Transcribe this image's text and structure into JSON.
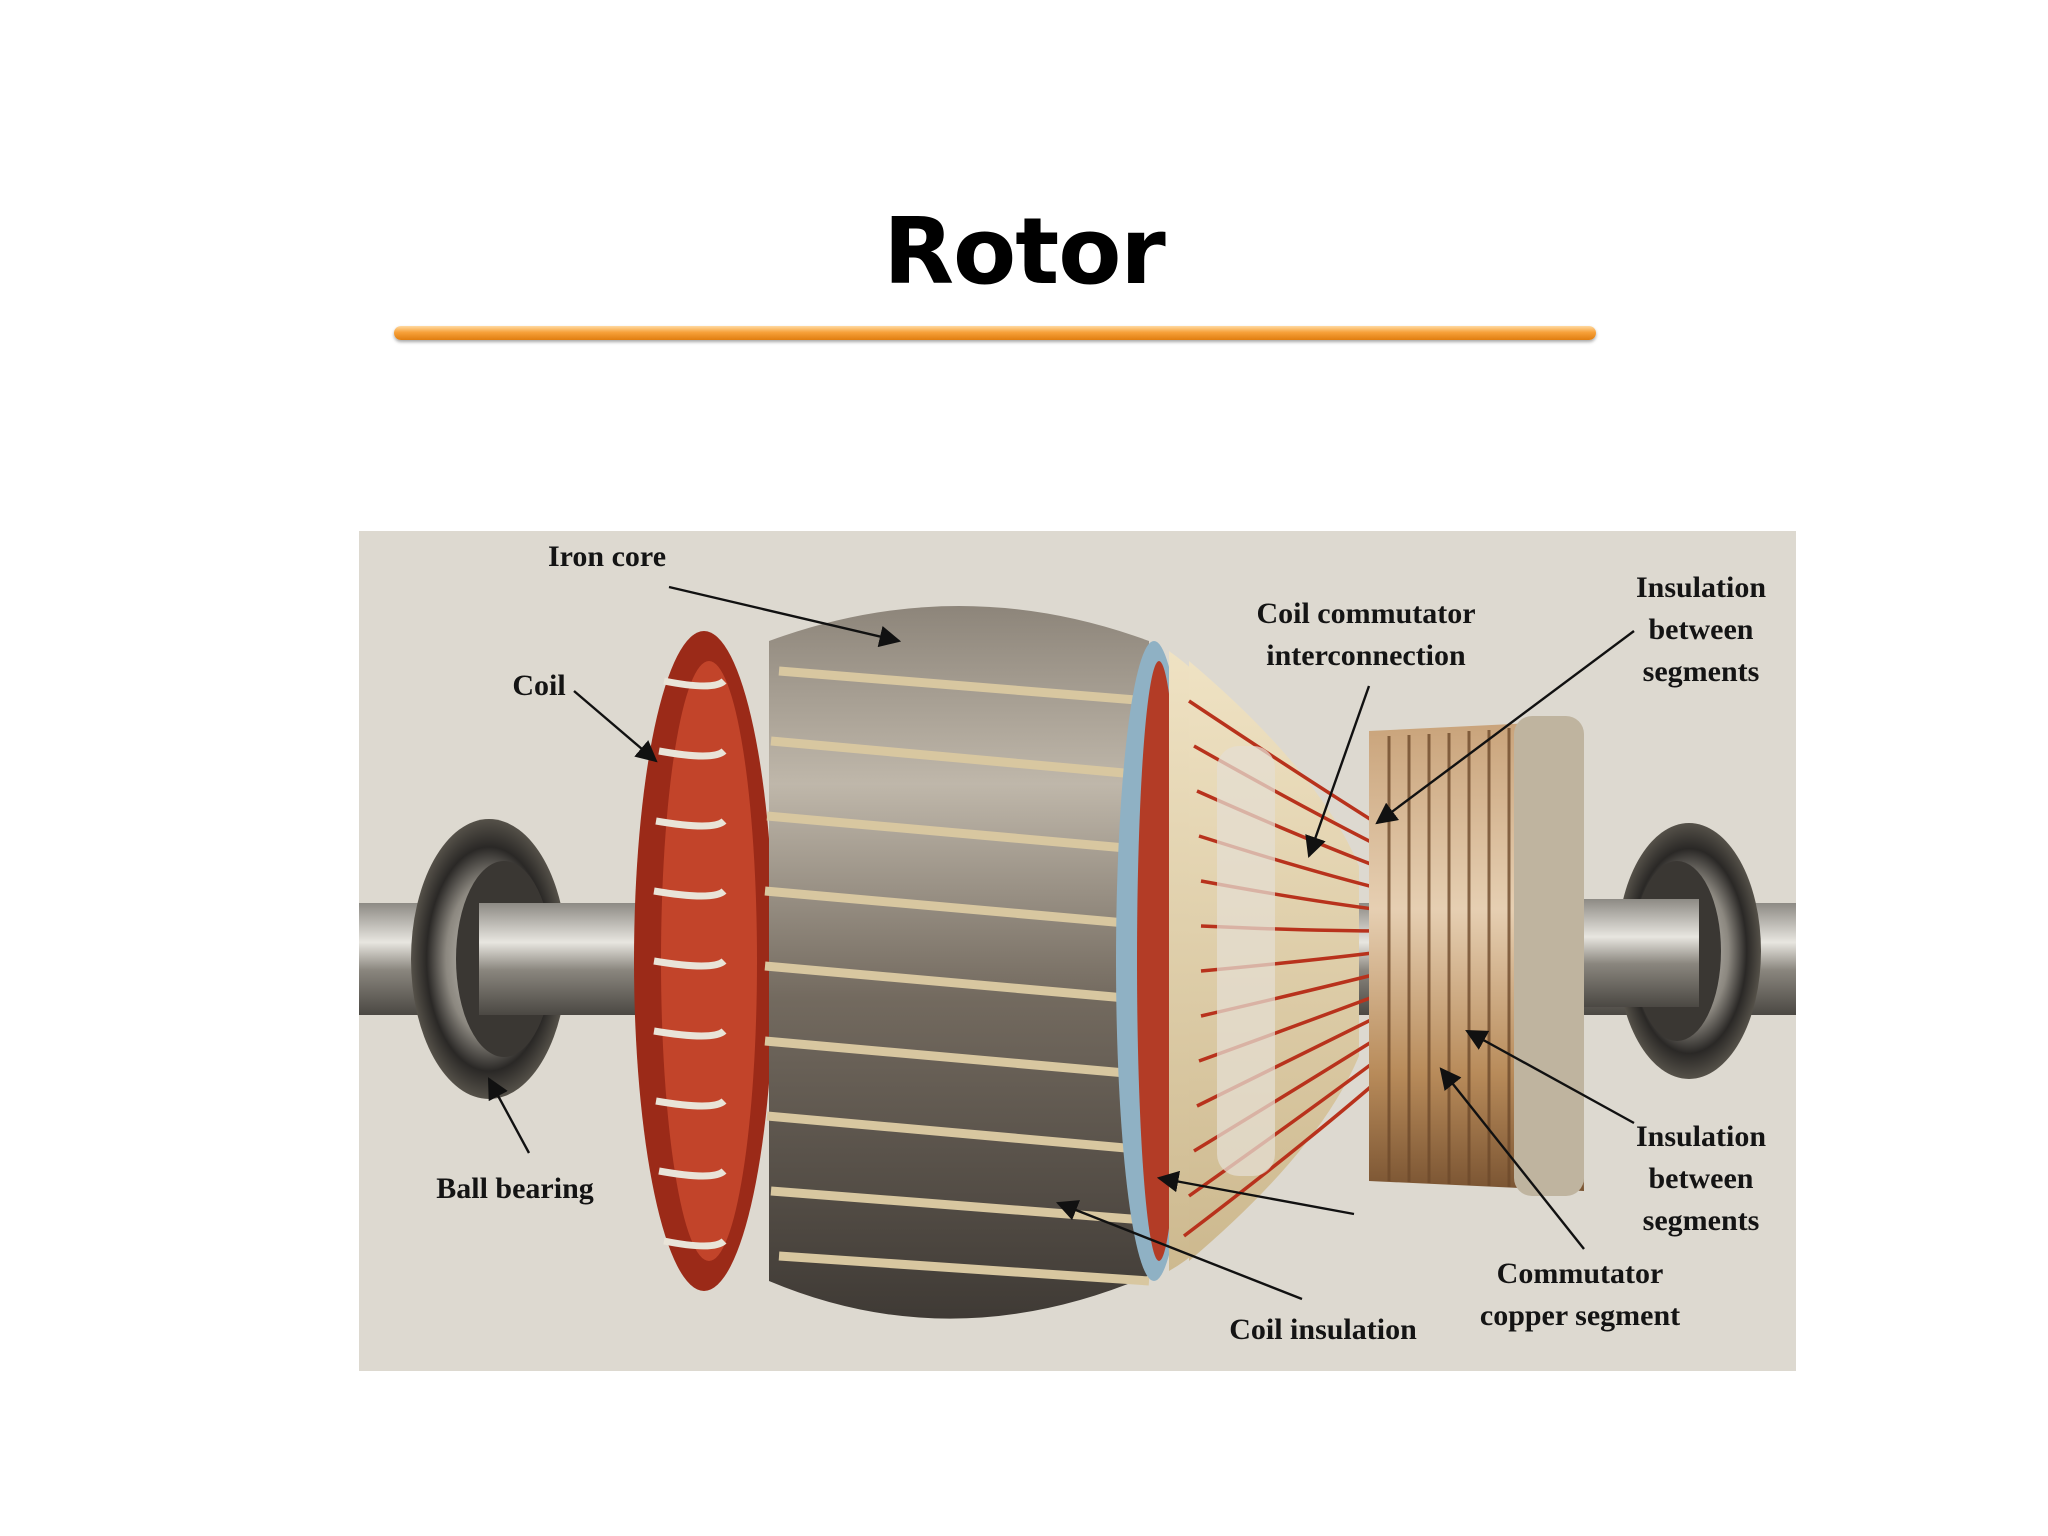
{
  "slide": {
    "title": "Rotor"
  },
  "labels": {
    "iron_core": "Iron core",
    "coil": "Coil",
    "coil_commutator_1": "Coil commutator",
    "coil_commutator_2": "interconnection",
    "ins_top_1": "Insulation",
    "ins_top_2": "between",
    "ins_top_3": "segments",
    "ball_bearing": "Ball bearing",
    "ins_bot_1": "Insulation",
    "ins_bot_2": "between",
    "ins_bot_3": "segments",
    "commutator_1": "Commutator",
    "commutator_2": "copper segment",
    "coil_insulation": "Coil insulation"
  },
  "colors": {
    "title_rule": "#f7a13a",
    "photo_background": "#ddd9d0",
    "copper_wire": "#b8321c",
    "iron": "#6e665c"
  }
}
